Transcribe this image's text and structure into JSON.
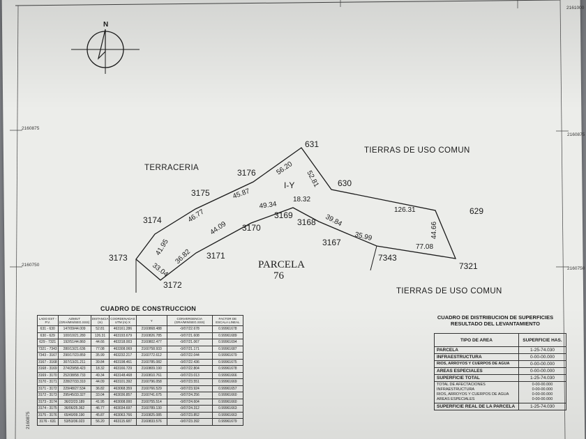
{
  "north_label": "N",
  "grid_labels": {
    "top_right": "2161000",
    "mid_left": "2160875",
    "mid_right": "2160875",
    "low_left": "2160750",
    "low_right": "2160750",
    "bottom_left": "2160875"
  },
  "regions": {
    "terraceria": "TERRACERIA",
    "uso_comun_top": "TIERRAS DE USO COMUN",
    "uso_comun_bottom": "TIERRAS DE USO COMUN",
    "parcela": "PARCELA",
    "parcela_num": "76",
    "iy": "I-Y"
  },
  "vertices": [
    "631",
    "630",
    "629",
    "7321",
    "7343",
    "3167",
    "3168",
    "3169",
    "3170",
    "3171",
    "3172",
    "3173",
    "3174",
    "3175",
    "3176"
  ],
  "distances": [
    "56.20",
    "52.81",
    "126.31",
    "44.66",
    "77.08",
    "35.99",
    "39.84",
    "18.32",
    "49.34",
    "44.09",
    "36.82",
    "33.04",
    "41.95",
    "46.77",
    "45.87"
  ],
  "construction": {
    "title": "CUADRO DE CONSTRUCCION",
    "headers": [
      "LADO EST - P.V.",
      "AZIMUT (GRA/MIN/SEG.SSS)",
      "DISTANCIA (m)",
      "COORDENADAS UTM (m) X",
      "Y",
      "CONVERGENCIA (GRA/MIN/SEG.SSS)",
      "FACTOR DE ESCALA LINEAL"
    ],
    "rows": [
      [
        "631 - 630",
        "147/09/44.009",
        "52.81",
        "463161.286",
        "2160868.488",
        "-0/07/22.678",
        "0.99961678"
      ],
      [
        "630 - 629",
        "100/10/21.280",
        "126.31",
        "463193.679",
        "2160826.785",
        "-0/07/21.608",
        "0.99961689"
      ],
      [
        "629 - 7321",
        "192/51/44.860",
        "44.66",
        "463318.003",
        "2160802.477",
        "-0/07/21.067",
        "0.99961694"
      ],
      [
        "7321 - 7343",
        "280/13/21.636",
        "77.08",
        "463308.069",
        "2160758.933",
        "-0/07/21.171",
        "0.99961687"
      ],
      [
        "7343 - 3167",
        "290/17/23.859",
        "35.99",
        "463232.217",
        "2160772.612",
        "-0/07/22.044",
        "0.99961679"
      ],
      [
        "3167 - 3168",
        "307/13/21.211",
        "39.84",
        "463198.461",
        "2160785.082",
        "-0/07/22.436",
        "0.99961675"
      ],
      [
        "3168 - 3169",
        "274/29/58.423",
        "18.32",
        "463166.729",
        "2160809.190",
        "-0/07/22.804",
        "0.99961678"
      ],
      [
        "3169 - 3170",
        "252/38/58.733",
        "49.34",
        "463148.468",
        "2160810.761",
        "-0/07/23.013",
        "0.99961666"
      ],
      [
        "3170 - 3171",
        "228/27/33.310",
        "44.09",
        "463101.392",
        "2160796.058",
        "-0/07/23.551",
        "0.99961669"
      ],
      [
        "3171 - 3172",
        "229/48/27.534",
        "36.82",
        "463068.359",
        "2160766.529",
        "-0/07/23.924",
        "0.99961657"
      ],
      [
        "3172 - 3173",
        "295/45/33.327",
        "33.04",
        "463036.857",
        "2160741.675",
        "-0/07/24.256",
        "0.99961660"
      ],
      [
        "3173 - 3174",
        "36/22/23.189",
        "41.95",
        "463008.000",
        "2160755.514",
        "-0/07/24.604",
        "0.99961660"
      ],
      [
        "3174 - 3175",
        "36/06/25.362",
        "46.77",
        "463034.697",
        "2160789.130",
        "-0/07/24.312",
        "0.99961663"
      ],
      [
        "3175 - 3176",
        "65/40/09.190",
        "45.87",
        "463063.766",
        "2160825.085",
        "-0/07/23.852",
        "0.99961663"
      ],
      [
        "3176 - 631",
        "53/53/36.023",
        "56.20",
        "463115.687",
        "2160833.576",
        "-0/07/23.392",
        "0.99961679"
      ]
    ]
  },
  "distribution": {
    "title_line1": "CUADRO DE DISTRIBUCION DE SUPERFICIES",
    "title_line2": "RESULTADO DEL LEVANTAMIENTO",
    "header_tipo": "TIPO DE AREA",
    "header_sup": "SUPERFICIE HAS.",
    "rows": [
      {
        "label": "PARCELA",
        "value": "1-25-74.030"
      },
      {
        "label": "INFRAESTRUCTURA",
        "value": "0-00-00.000"
      },
      {
        "label": "RIOS, ARROYOS Y CUERPOS DE AGUA",
        "value": "0-00-00.000"
      },
      {
        "label": "AREAS ESPECIALES",
        "value": "0-00-00.000"
      },
      {
        "label": "SUPERFICIE TOTAL",
        "value": "1-25-74.030"
      }
    ],
    "afectaciones": {
      "title": "TOTAL DE AFECTACIONES",
      "title_value": "0-00-00.000",
      "items": [
        {
          "label": "INFRAESTRUCTURA",
          "value": "0-00-00.000"
        },
        {
          "label": "RIOS, ARROYOS Y CUERPOS DE AGUA",
          "value": "0-00-00.000"
        },
        {
          "label": "AREAS ESPECIALES",
          "value": "0-00-00.000"
        }
      ]
    },
    "real_label": "SUPERFICIE REAL DE LA PARCELA",
    "real_value": "1-25-74.030"
  }
}
